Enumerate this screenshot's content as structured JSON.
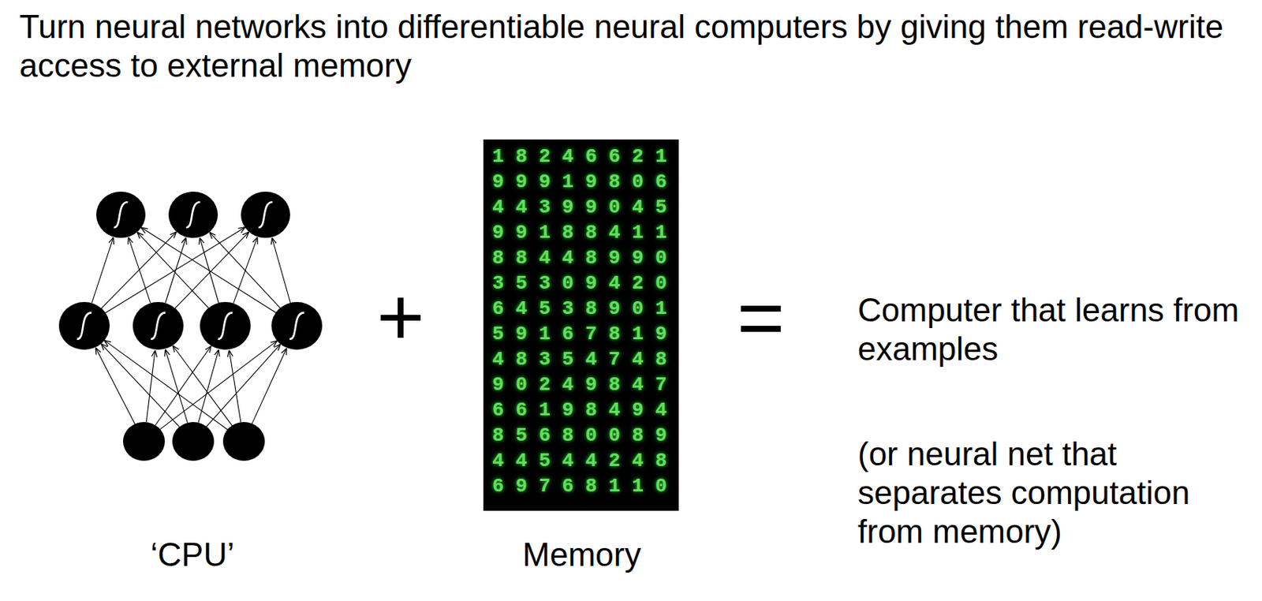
{
  "diagram": {
    "title": "Turn neural networks into differentiable neural computers by giving them read-write access to external memory",
    "nodes": [
      {
        "text": [
          "1 8 2 4 6 6 2 1",
          "9 9 9 1 9 8 0 6",
          "4 4 3 9 9 0 4 5",
          "9 9 1 8 8 4 1 1",
          "8 8 4 4 8 9 9 0",
          "3 5 3 0 9 4 2 0",
          "6 4 5 3 8 9 0 1",
          "5 9 1 6 7 8 1 9",
          "4 8 3 5 4 7 4 8",
          "9 0 2 4 9 8 4 7",
          "6 6 1 9 8 4 9 4",
          "8 5 6 8 0 0 8 9",
          "4 4 5 4 4 2 4 8",
          "6 9 7 6 8 1 1 0"
        ]
      }
    ],
    "edges": [],
    "labels": [
      "‘CPU’",
      "+",
      "Memory",
      "=",
      "Computer that learns from examples",
      "(or neural net that separates computation from memory)"
    ]
  }
}
